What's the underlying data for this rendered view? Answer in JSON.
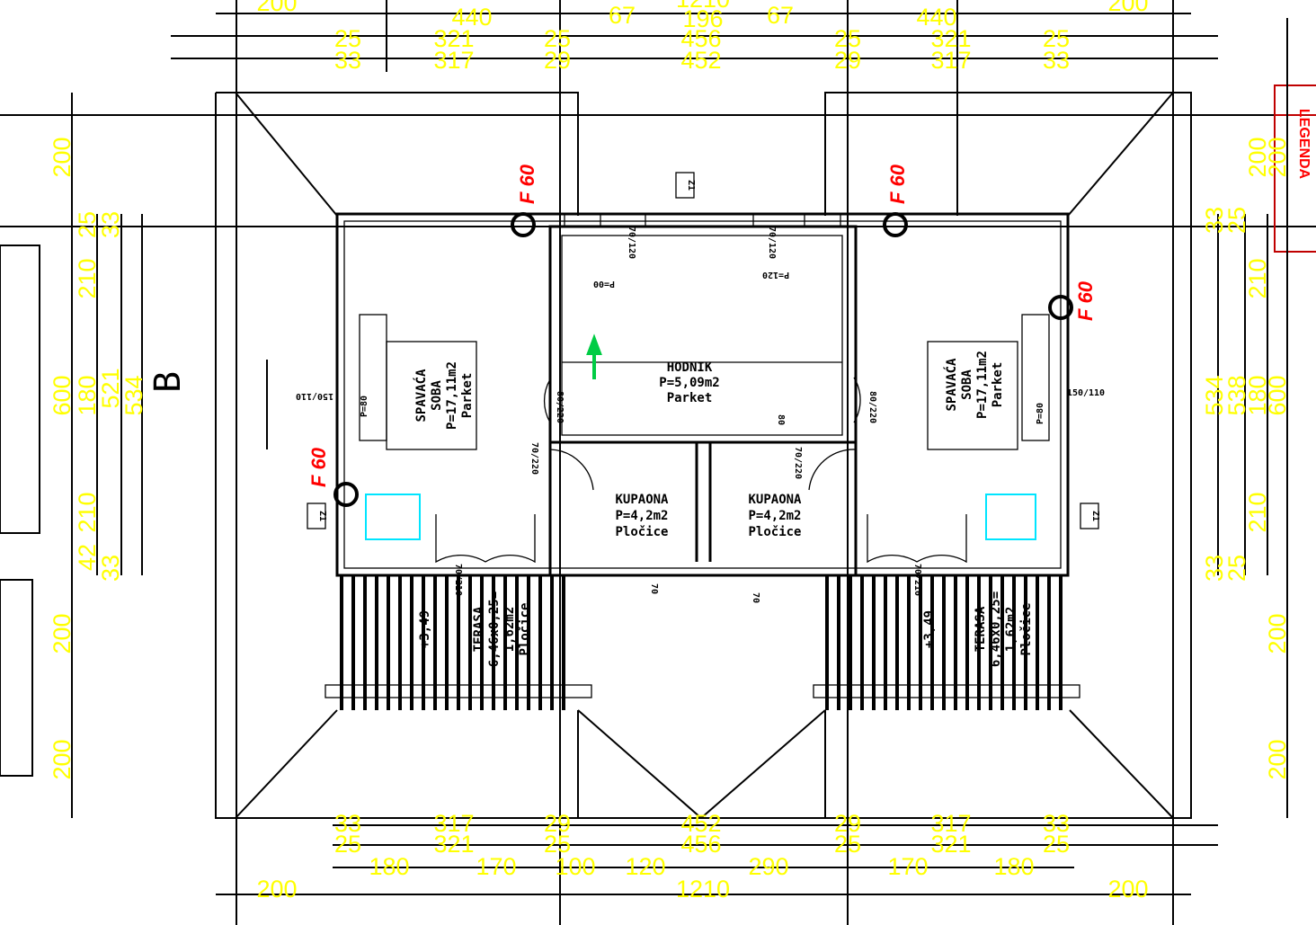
{
  "dimensions": {
    "top_overall": [
      "200",
      "440",
      "67",
      "1210",
      "196",
      "67",
      "440",
      "200"
    ],
    "top_row2": [
      "25",
      "321",
      "25",
      "456",
      "25",
      "321",
      "25"
    ],
    "top_row3": [
      "33",
      "317",
      "29",
      "452",
      "29",
      "317",
      "33"
    ],
    "bottom_row1": [
      "33",
      "317",
      "29",
      "452",
      "29",
      "317",
      "33"
    ],
    "bottom_row2": [
      "25",
      "321",
      "25",
      "456",
      "25",
      "321",
      "25"
    ],
    "bottom_row3": [
      "180",
      "170",
      "100",
      "120",
      "290",
      "170",
      "180"
    ],
    "bottom_overall": [
      "200",
      "1210",
      "200"
    ],
    "left_outer": [
      "200",
      "600",
      "200",
      "200"
    ],
    "left_row2": [
      "25",
      "210",
      "180",
      "210",
      "42"
    ],
    "left_row3": [
      "33",
      "521",
      "33"
    ],
    "left_row4": [
      "534"
    ],
    "right_row1": [
      "33",
      "534",
      "33"
    ],
    "right_row2": [
      "25",
      "538",
      "25"
    ],
    "right_row3": [
      "210",
      "180",
      "210"
    ],
    "right_outer": [
      "200",
      "600",
      "200",
      "200"
    ],
    "right_legend_dim": "200"
  },
  "rooms": {
    "bedroom_left": [
      "SPAVAĆA",
      "SOBA",
      "P=17,11m2",
      "Parket"
    ],
    "bedroom_right": [
      "SPAVAĆA",
      "SOBA",
      "P=17,11m2",
      "Parket"
    ],
    "hallway": [
      "HODNIK",
      "P=5,09m2",
      "Parket"
    ],
    "bathroom_left": [
      "KUPAONA",
      "P=4,2m2",
      "Pločice"
    ],
    "bathroom_right": [
      "KUPAONA",
      "P=4,2m2",
      "Pločice"
    ],
    "terrace_left": [
      "TERASA",
      "6,46x0,25=",
      "1,62m2",
      "Pločice"
    ],
    "terrace_right": [
      "TERASA",
      "6,46x0,25=",
      "1,62m2",
      "Pločice"
    ]
  },
  "annotations": {
    "fire_rating": [
      "F 60",
      "F 60",
      "F 60",
      "F 60"
    ],
    "level_left": "+3,49",
    "level_right": "+3,49",
    "section_mark": "B",
    "legend_title": "LEGENDA",
    "openings": [
      "70/120",
      "70/120",
      "P=00",
      "P=120",
      "80/220",
      "80/220",
      "70/220",
      "70/220",
      "150/110",
      "150/110",
      "P=80",
      "P=80",
      "70",
      "70",
      "70/210",
      "70/210",
      "80"
    ],
    "tags": [
      "Z1",
      "Z1",
      "Z1"
    ]
  },
  "colors": {
    "dimension": "#ffff00",
    "fire": "#ff0000",
    "arrow": "#00cc44",
    "fixture": "#00e5ff"
  }
}
